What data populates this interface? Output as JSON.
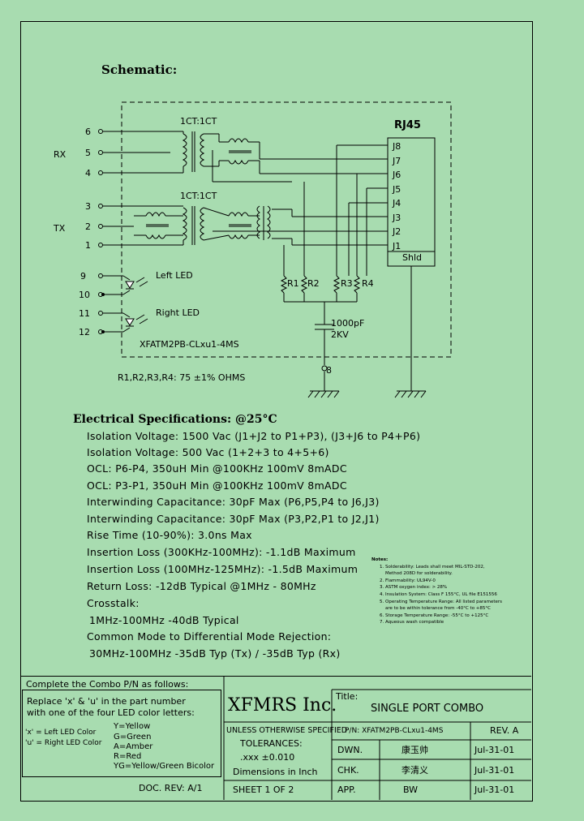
{
  "schematic_label": "Schematic:",
  "schematic": {
    "transformer_ratio_rx": "1CT:1CT",
    "transformer_ratio_tx": "1CT:1CT",
    "connector_title": "RJ45",
    "group_rx": "RX",
    "group_tx": "TX",
    "left_pins": [
      "6",
      "5",
      "4",
      "3",
      "2",
      "1",
      "9",
      "10",
      "11",
      "12"
    ],
    "jacks": [
      "J8",
      "J7",
      "J6",
      "J5",
      "J4",
      "J3",
      "J2",
      "J1"
    ],
    "shield": "Shld",
    "resistors": [
      "R1",
      "R2",
      "R3",
      "R4"
    ],
    "left_led": "Left LED",
    "right_led": "Right LED",
    "part_label": "XFATM2PB-CLxu1-4MS",
    "cap_value": "1000pF",
    "cap_voltage": "2KV",
    "ground_pin": "8",
    "resistor_note": "R1,R2,R3,R4: 75 ±1% OHMS"
  },
  "electrical": {
    "heading": "Electrical  Specifications: @25°C",
    "lines": [
      "Isolation Voltage:  1500 Vac (J1+J2 to P1+P3), (J3+J6 to P4+P6)",
      "Isolation Voltage:  500 Vac (1+2+3 to 4+5+6)",
      "OCL: P6-P4, 350uH Min @100KHz   100mV 8mADC",
      "OCL: P3-P1, 350uH Min @100KHz   100mV 8mADC",
      "Interwinding Capacitance:   30pF Max (P6,P5,P4 to J6,J3)",
      "Interwinding Capacitance:   30pF Max (P3,P2,P1 to J2,J1)",
      "Rise Time (10-90%): 3.0ns Max",
      "Insertion Loss (300KHz-100MHz): -1.1dB Maximum",
      "Insertion Loss (100MHz-125MHz): -1.5dB Maximum",
      "Return Loss: -12dB Typical @1MHz - 80MHz",
      "Crosstalk:",
      " 1MHz-100MHz     -40dB Typical",
      "Common Mode to Differential Mode Rejection:",
      " 30MHz-100MHz    -35dB Typ (Tx) / -35dB Typ (Rx)"
    ]
  },
  "notes": {
    "heading": "Notes:",
    "lines": [
      "1. Solderability: Leads shall meet MIL-STD-202,",
      "    Method 208D for solderability.",
      "2. Flammability: UL94V-0",
      "3. ASTM oxygen index: > 28%",
      "4. Insulation System: Class F 155°C, UL file E151556",
      "5. Operating Temperature Range: All listed parameters",
      "    are to be within tolerance from -40°C to +85°C",
      "6. Storage Temperature Range: -55°C to +125°C",
      "7. Aqueous wash compatible"
    ]
  },
  "combo": {
    "title": "Complete the Combo P/N as follows:",
    "line1": "Replace 'x' & 'u' in the part number",
    "line2": "with one of the four LED color letters:",
    "x_label": "'x' = Left LED Color",
    "u_label": "'u' = Right LED Color",
    "colors": [
      "Y=Yellow",
      "G=Green",
      "A=Amber",
      "R=Red",
      "YG=Yellow/Green Bicolor"
    ],
    "doc_rev": "DOC. REV: A/1"
  },
  "titleblock": {
    "company": "XFMRS Inc.",
    "title_label": "Title:",
    "title": "SINGLE PORT COMBO",
    "unless": "UNLESS OTHERWISE SPECIFIED",
    "tolerances": "TOLERANCES:",
    "tolerance_value": ".xxx ±0.010",
    "dimensions": "Dimensions in Inch",
    "sheet": "SHEET  1  OF  2",
    "pn": "P/N: XFATM2PB-CLxu1-4MS",
    "rev": "REV. A",
    "dwn_label": "DWN.",
    "dwn_name": "康玉帅",
    "dwn_date": "Jul-31-01",
    "chk_label": "CHK.",
    "chk_name": "李清义",
    "chk_date": "Jul-31-01",
    "app_label": "APP.",
    "app_name": "BW",
    "app_date": "Jul-31-01"
  }
}
